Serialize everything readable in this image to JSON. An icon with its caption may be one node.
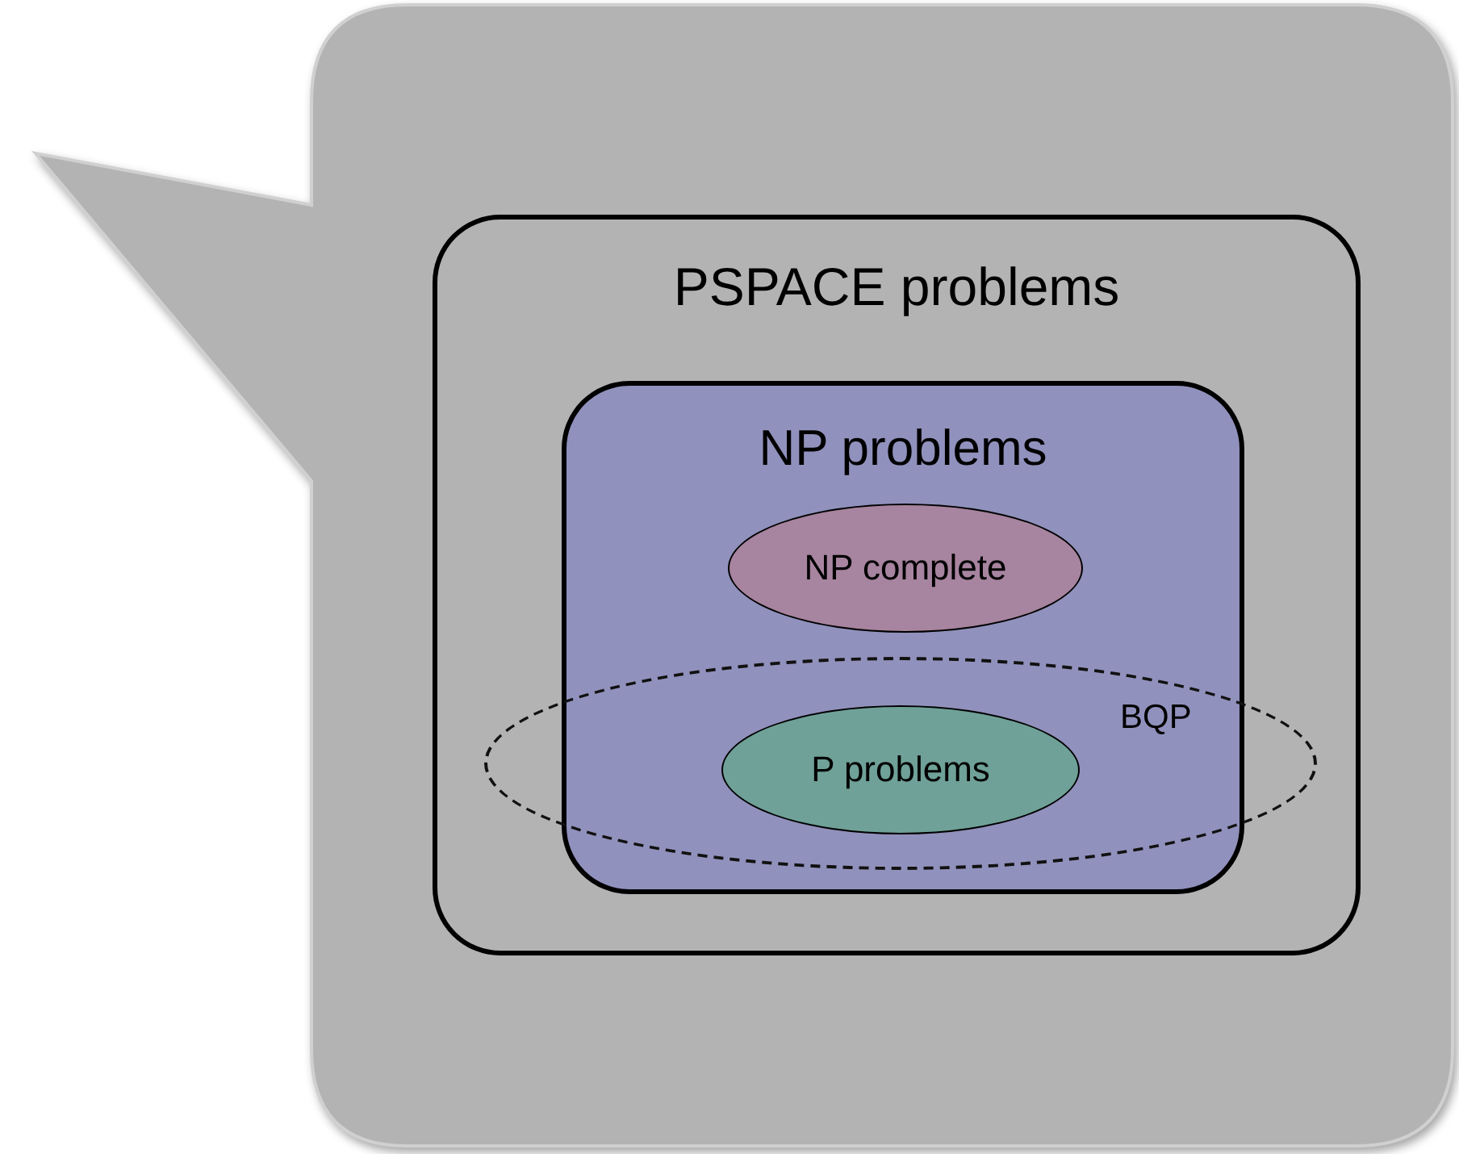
{
  "diagram": {
    "nodes": [
      {
        "text": [],
        "shape": "box"
      },
      {
        "text": [
          "PSPACE problems"
        ],
        "in": 0
      },
      {
        "text": [
          "NP problems"
        ],
        "in": 1
      },
      {
        "text": [
          "NP complete"
        ],
        "in": 2
      },
      {
        "text": [
          "BQP"
        ],
        "in": 1
      },
      {
        "text": [
          "P problems"
        ],
        "in": 4
      }
    ]
  }
}
